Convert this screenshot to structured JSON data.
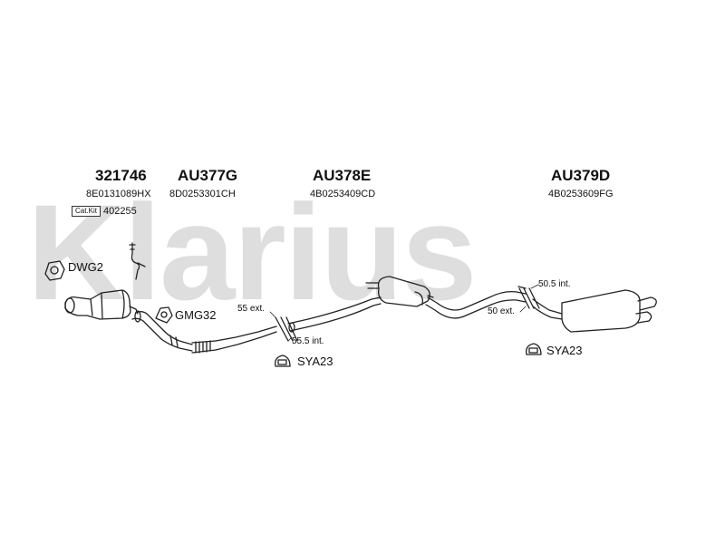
{
  "watermark": {
    "text": "Klarius"
  },
  "parts": [
    {
      "part_number": "321746",
      "reference": "8E0131089HX"
    },
    {
      "part_number": "AU377G",
      "reference": "8D0253301CH"
    },
    {
      "part_number": "AU378E",
      "reference": "4B0253409CD"
    },
    {
      "part_number": "AU379D",
      "reference": "4B0253609FG"
    }
  ],
  "cat_kit": {
    "label": "Cat.Kit",
    "number": "402255"
  },
  "fittings": {
    "dwg2": "DWG2",
    "gmg32": "GMG32",
    "sya23_front": "SYA23",
    "sya23_rear": "SYA23"
  },
  "dimensions": {
    "d1": "55 ext.",
    "d2": "55.5 int.",
    "d3": "50.5 int.",
    "d4": "50 ext."
  }
}
